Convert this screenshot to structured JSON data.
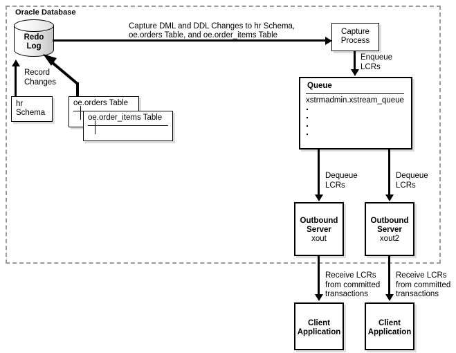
{
  "boundary": {
    "title": "Oracle Database"
  },
  "redo_log": {
    "line1": "Redo",
    "line2": "Log"
  },
  "sources": [
    {
      "name": "hr-schema",
      "line1": "hr",
      "line2": "Schema"
    },
    {
      "name": "oe-orders-table",
      "title": "oe.orders Table"
    },
    {
      "name": "oe-order-items-table",
      "title": "oe.order_items Table"
    }
  ],
  "arrow_labels": {
    "capture_changes_line1": "Capture DML and DDL Changes to hr Schema,",
    "capture_changes_line2": "oe.orders Table, and oe.order_items Table",
    "record_changes": "Record\nChanges",
    "enqueue_lcrs": "Enqueue\nLCRs",
    "dequeue_lcrs_left": "Dequeue\nLCRs",
    "dequeue_lcrs_right": "Dequeue\nLCRs",
    "receive_lcrs_left": "Receive LCRs\nfrom committed\ntransactions",
    "receive_lcrs_right": "Receive LCRs\nfrom committed\ntransactions"
  },
  "capture_process": {
    "line1": "Capture",
    "line2": "Process"
  },
  "queue": {
    "title": "Queue",
    "entry": "xstrmadmin.xstream_queue",
    "continuation_dots": 4
  },
  "outbound_servers": [
    {
      "line1": "Outbound",
      "line2": "Server",
      "name": "xout"
    },
    {
      "line1": "Outbound",
      "line2": "Server",
      "name": "xout2"
    }
  ],
  "client_applications": [
    {
      "line1": "Client",
      "line2": "Application"
    },
    {
      "line1": "Client",
      "line2": "Application"
    }
  ],
  "colors": {
    "stroke": "#000000",
    "boundary": "#9a9a9a",
    "background": "#ffffff",
    "shadow": "rgba(0,0,0,0.13)"
  }
}
